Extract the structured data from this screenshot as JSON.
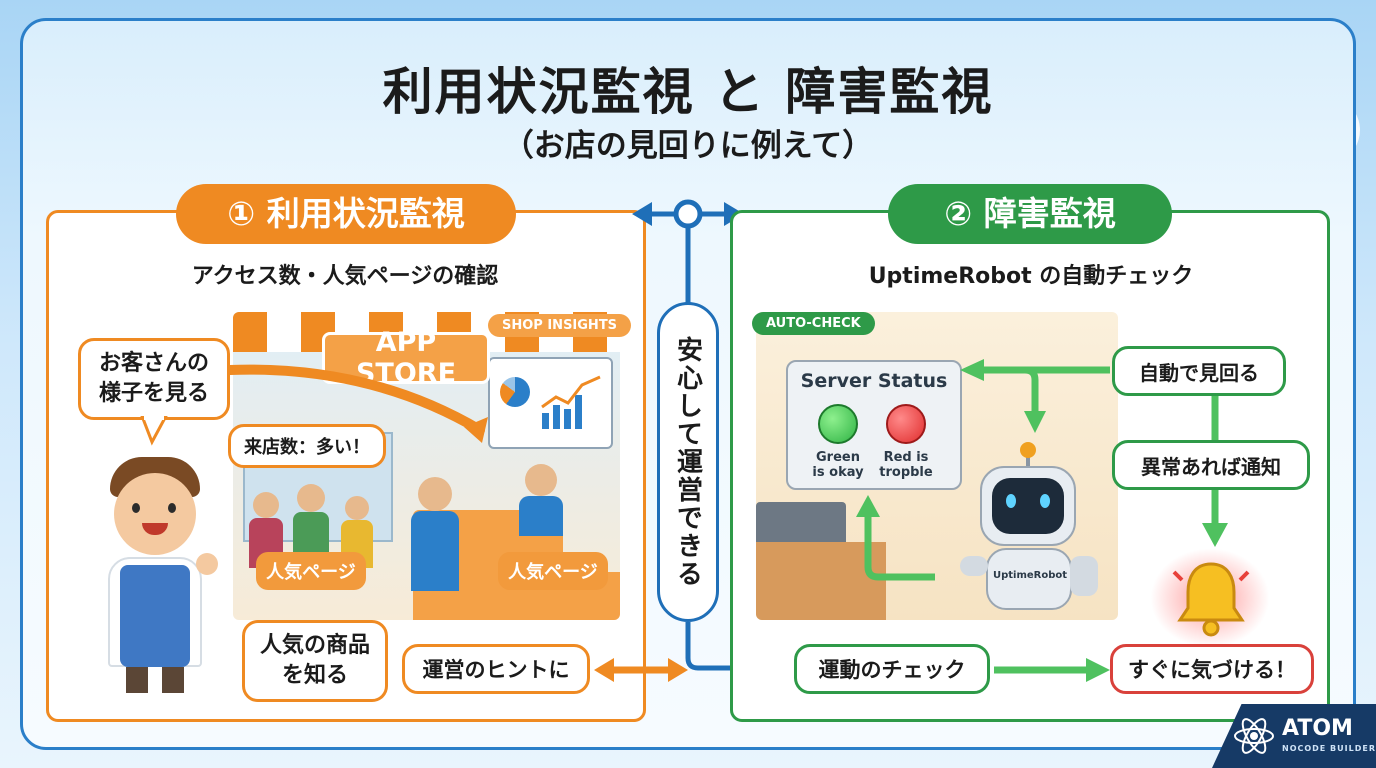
{
  "title": "利用状況監視 と 障害監視",
  "subtitle": "（お店の見回りに例えて）",
  "left_panel": {
    "header": "① 利用状況監視",
    "subtitle": "アクセス数・人気ページの確認",
    "tag": "SHOP INSIGHTS",
    "store_sign": "APP STORE",
    "bubble_observe": [
      "お客さんの",
      "様子を見る"
    ],
    "bubble_visitors": "来店数：多い！",
    "popular_page_left": "人気ページ",
    "popular_page_right": "人気ページ",
    "bubble_products": [
      "人気の商品",
      "を知る"
    ],
    "bubble_hint": "運営のヒントに"
  },
  "center": {
    "label": "安心して運営できる"
  },
  "right_panel": {
    "header": "② 障害監視",
    "subtitle": "UptimeRobot の自動チェック",
    "tag": "AUTO-CHECK",
    "server_title": "Server Status",
    "green_label": [
      "Green",
      "is okay"
    ],
    "red_label": [
      "Red is",
      "tropble"
    ],
    "robot_label": "UptimeRobot",
    "step_patrol": "自動で見回る",
    "step_notify": "異常あれば通知",
    "step_check": "運動のチェック",
    "step_notice": "すぐに気づける！"
  },
  "logo": {
    "name": "ATOM",
    "tagline": "NOCODE BUILDER"
  },
  "colors": {
    "orange": "#ef8a22",
    "green": "#2e9a48",
    "blue": "#1f6fb8",
    "red": "#d9413b"
  }
}
